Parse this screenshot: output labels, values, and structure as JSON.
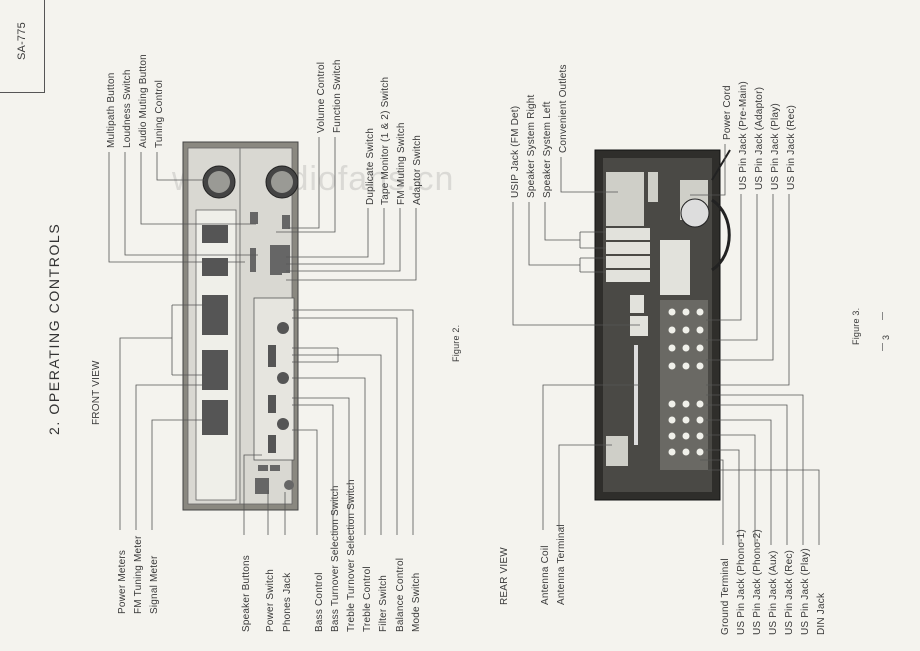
{
  "model": "SA-775",
  "section_title": "2. OPERATING CONTROLS",
  "page_number": "3",
  "watermark": "www.radiofans.cn",
  "front": {
    "heading": "FRONT VIEW",
    "figure": "Figure 2.",
    "top_labels": [
      "Multipath Button",
      "Loudness Switch",
      "Audio Muting Button",
      "Tuning Control",
      "Volume Control",
      "Function Switch",
      "Duplicate Switch",
      "Tape Monitor (1 & 2) Switch",
      "FM Muting Switch",
      "Adaptor Switch"
    ],
    "bottom_labels": [
      "Power Meters",
      "FM Tuning Meter",
      "Signal Meter",
      "Speaker Buttons",
      "Power Switch",
      "Phones Jack",
      "Bass Control",
      "Bass Turnover Selection Switch",
      "Treble Turnover Selection Switch",
      "Treble Control",
      "Filter Switch",
      "Balance Control",
      "Mode Switch"
    ]
  },
  "rear": {
    "heading": "REAR VIEW",
    "figure": "Figure 3.",
    "top_labels": [
      "USIP Jack (FM Det)",
      "Speaker System Right",
      "Speaker System Left",
      "Convenient Outlets",
      "Power Cord",
      "US Pin Jack (Pre-Main)",
      "US Pin Jack (Adaptor)",
      "US Pin Jack (Play)",
      "US Pin Jack (Rec)"
    ],
    "bottom_labels": [
      "Antenna Coil",
      "Antenna Terminal",
      "Ground Terminal",
      "US Pin Jack (Phono-1)",
      "US Pin Jack (Phono-2)",
      "US Pin Jack (Aux)",
      "US Pin Jack (Rec)",
      "US Pin Jack (Play)",
      "DIN Jack"
    ]
  }
}
